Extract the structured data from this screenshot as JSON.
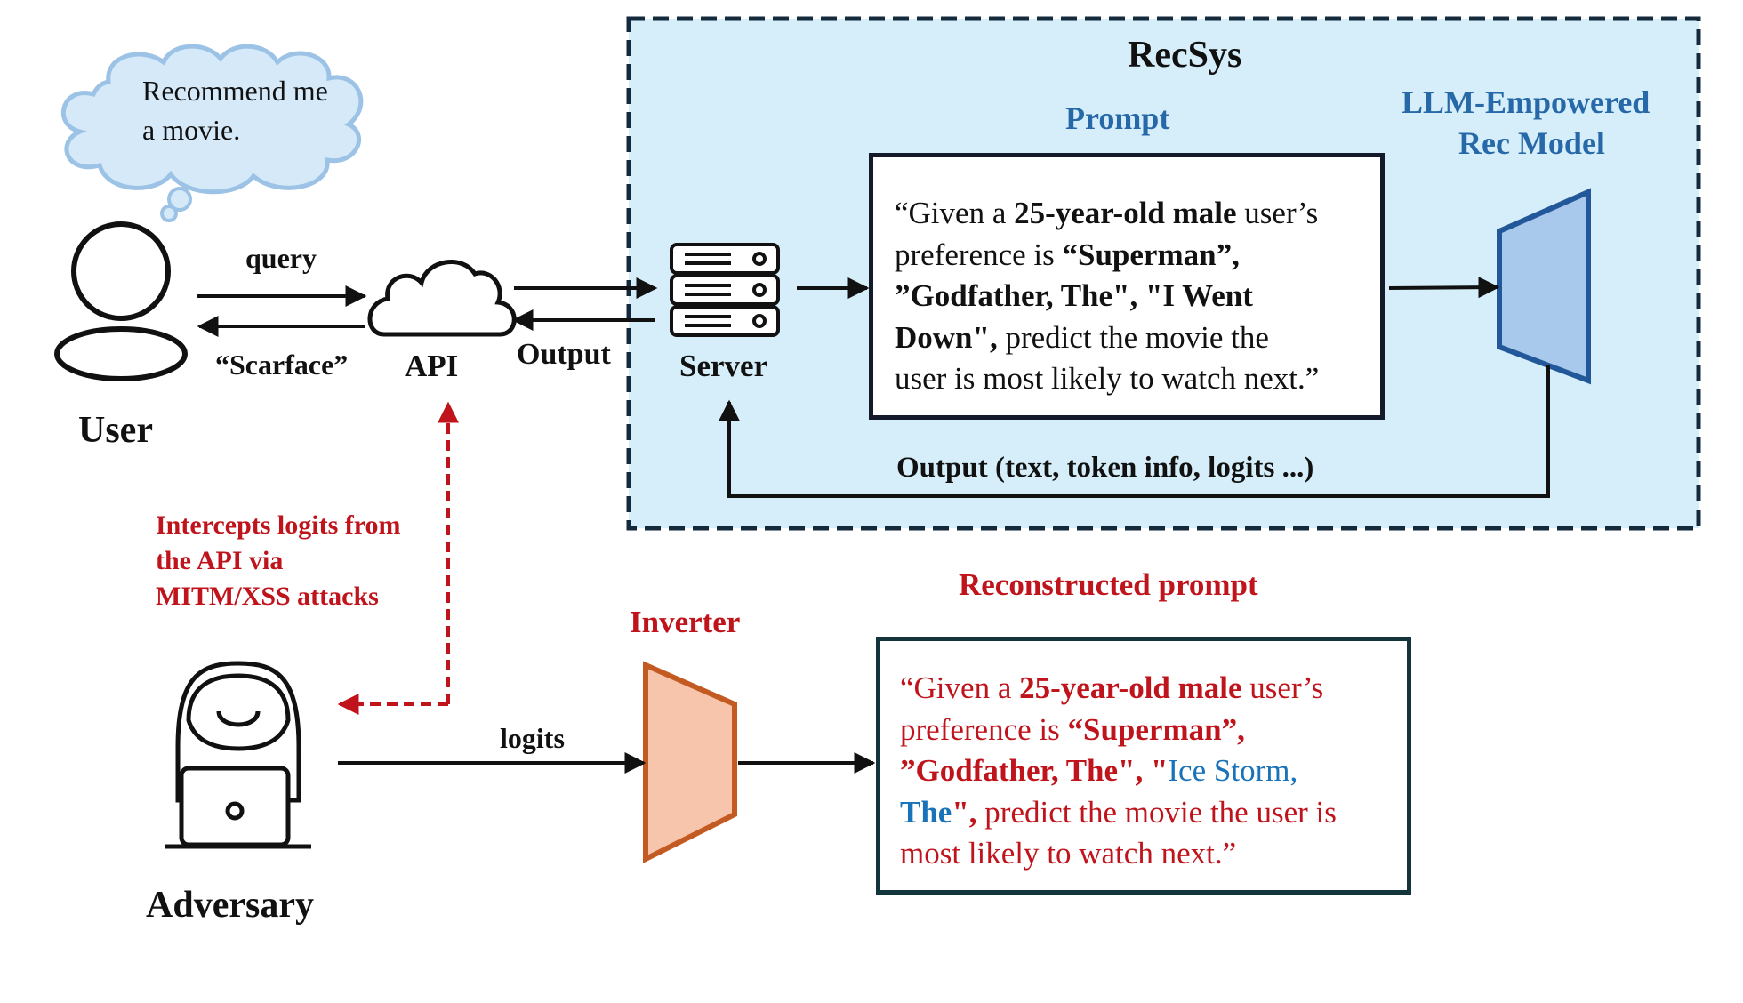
{
  "user": {
    "speech": [
      "Recommend me",
      "a movie."
    ],
    "label": "User"
  },
  "edges": {
    "query": "query",
    "scarface": "“Scarface”",
    "output_api": "Output",
    "logits": "logits",
    "recsys_output": "Output (text, token info, logits ...)"
  },
  "api": {
    "label": "API"
  },
  "server": {
    "label": "Server"
  },
  "recsys": {
    "title": "RecSys",
    "prompt_label": "Prompt",
    "model_label": [
      "LLM-Empowered",
      "Rec Model"
    ],
    "prompt_lines": [
      [
        {
          "t": "“Given a ",
          "b": false
        },
        {
          "t": "25-year-old male",
          "b": true
        },
        {
          "t": " user’s",
          "b": false
        }
      ],
      [
        {
          "t": "preference is ",
          "b": false
        },
        {
          "t": "“Superman”,",
          "b": true
        }
      ],
      [
        {
          "t": "”Godfather, The\", \"I Went",
          "b": true
        }
      ],
      [
        {
          "t": "Down\",",
          "b": true
        },
        {
          "t": " predict the movie the",
          "b": false
        }
      ],
      [
        {
          "t": "user is most likely to watch next.”",
          "b": false
        }
      ]
    ]
  },
  "adversary": {
    "label": "Adversary",
    "intercept_lines": [
      "Intercepts logits from",
      "the API via",
      "MITM/XSS attacks"
    ]
  },
  "inverter": {
    "label": "Inverter"
  },
  "reconstructed": {
    "label": "Reconstructed prompt",
    "lines": [
      [
        {
          "t": "“Given a ",
          "b": false,
          "c": "red"
        },
        {
          "t": "25-year-old male",
          "b": true,
          "c": "red"
        },
        {
          "t": " user’s",
          "b": false,
          "c": "red"
        }
      ],
      [
        {
          "t": "preference is ",
          "b": false,
          "c": "red"
        },
        {
          "t": "“Superman”,",
          "b": true,
          "c": "red"
        }
      ],
      [
        {
          "t": "”Godfather, The\", \"",
          "b": true,
          "c": "red"
        },
        {
          "t": "Ice Storm,",
          "b": false,
          "c": "blue"
        }
      ],
      [
        {
          "t": "The",
          "b": true,
          "c": "blue"
        },
        {
          "t": "\",",
          "b": true,
          "c": "red"
        },
        {
          "t": " predict the movie the user is",
          "b": false,
          "c": "red"
        }
      ],
      [
        {
          "t": "most likely to watch next.”",
          "b": false,
          "c": "red"
        }
      ]
    ]
  },
  "colors": {
    "recsys_fill": "#d5eef9",
    "label_blue": "#2668a8",
    "attack_red": "#c0141c",
    "model_fill": "#a8c8ec",
    "model_stroke": "#22589a",
    "inverter_fill": "#f6c5ac",
    "inverter_stroke": "#c25a22",
    "cloud_fill": "#d5e9f8",
    "cloud_stroke": "#9cc3e6"
  }
}
